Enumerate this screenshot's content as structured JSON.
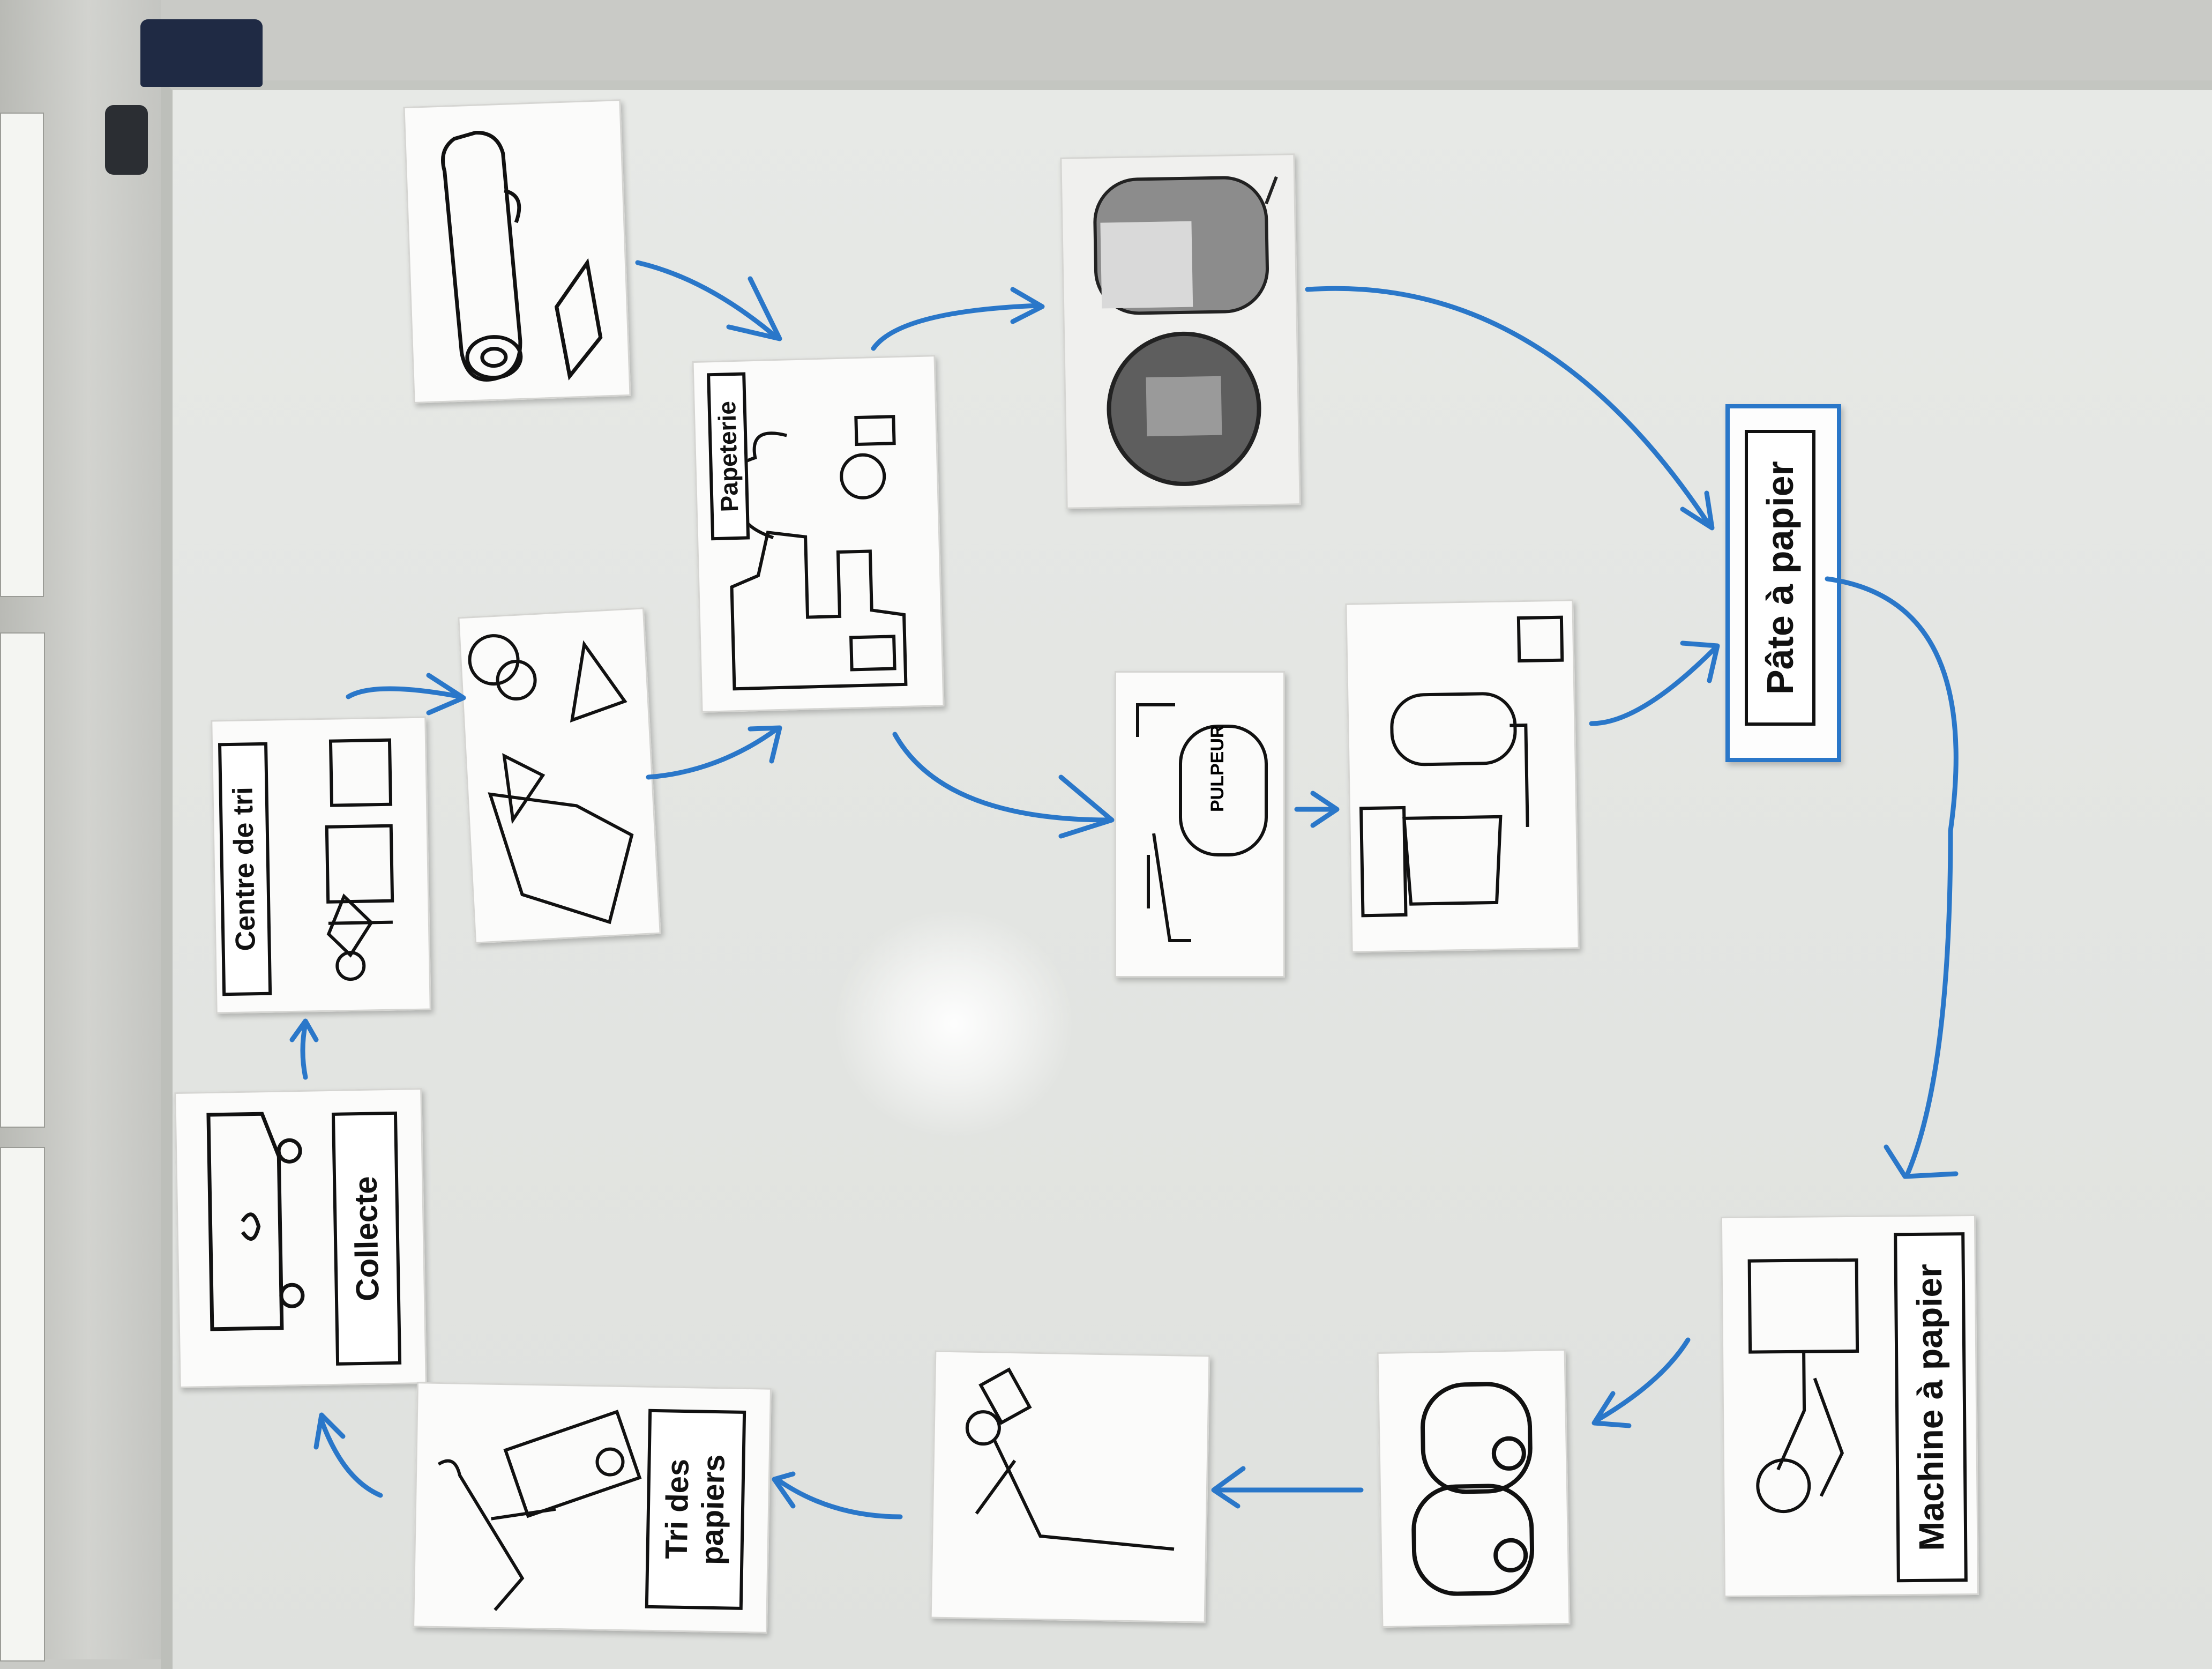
{
  "scene": {
    "description_labels": {
      "collecte": "Collecte",
      "centre_de_tri": "Centre de tri",
      "papeterie": "Papeterie",
      "pulpeur": "PULPEUR",
      "pate_a_papier": "Pâte à papier",
      "machine_a_papier": "Machine à papier",
      "tri_des_papiers": "Tri des papiers"
    }
  },
  "colors": {
    "marker_blue": "#2a77c9",
    "board": "#e4e6e3",
    "frame_navy": "#1f2a44",
    "ink": "#111111"
  },
  "icons": [
    "log-icon",
    "factory-icon",
    "boiler-icon",
    "sawmill-gear-icon",
    "paper-scraps-icon",
    "pulper-icon",
    "cooking-pot-icon",
    "truck-icon",
    "sorting-center-icon",
    "paper-rolls-icon",
    "paper-machine-icon",
    "reader-icon",
    "recycling-bin-icon"
  ]
}
